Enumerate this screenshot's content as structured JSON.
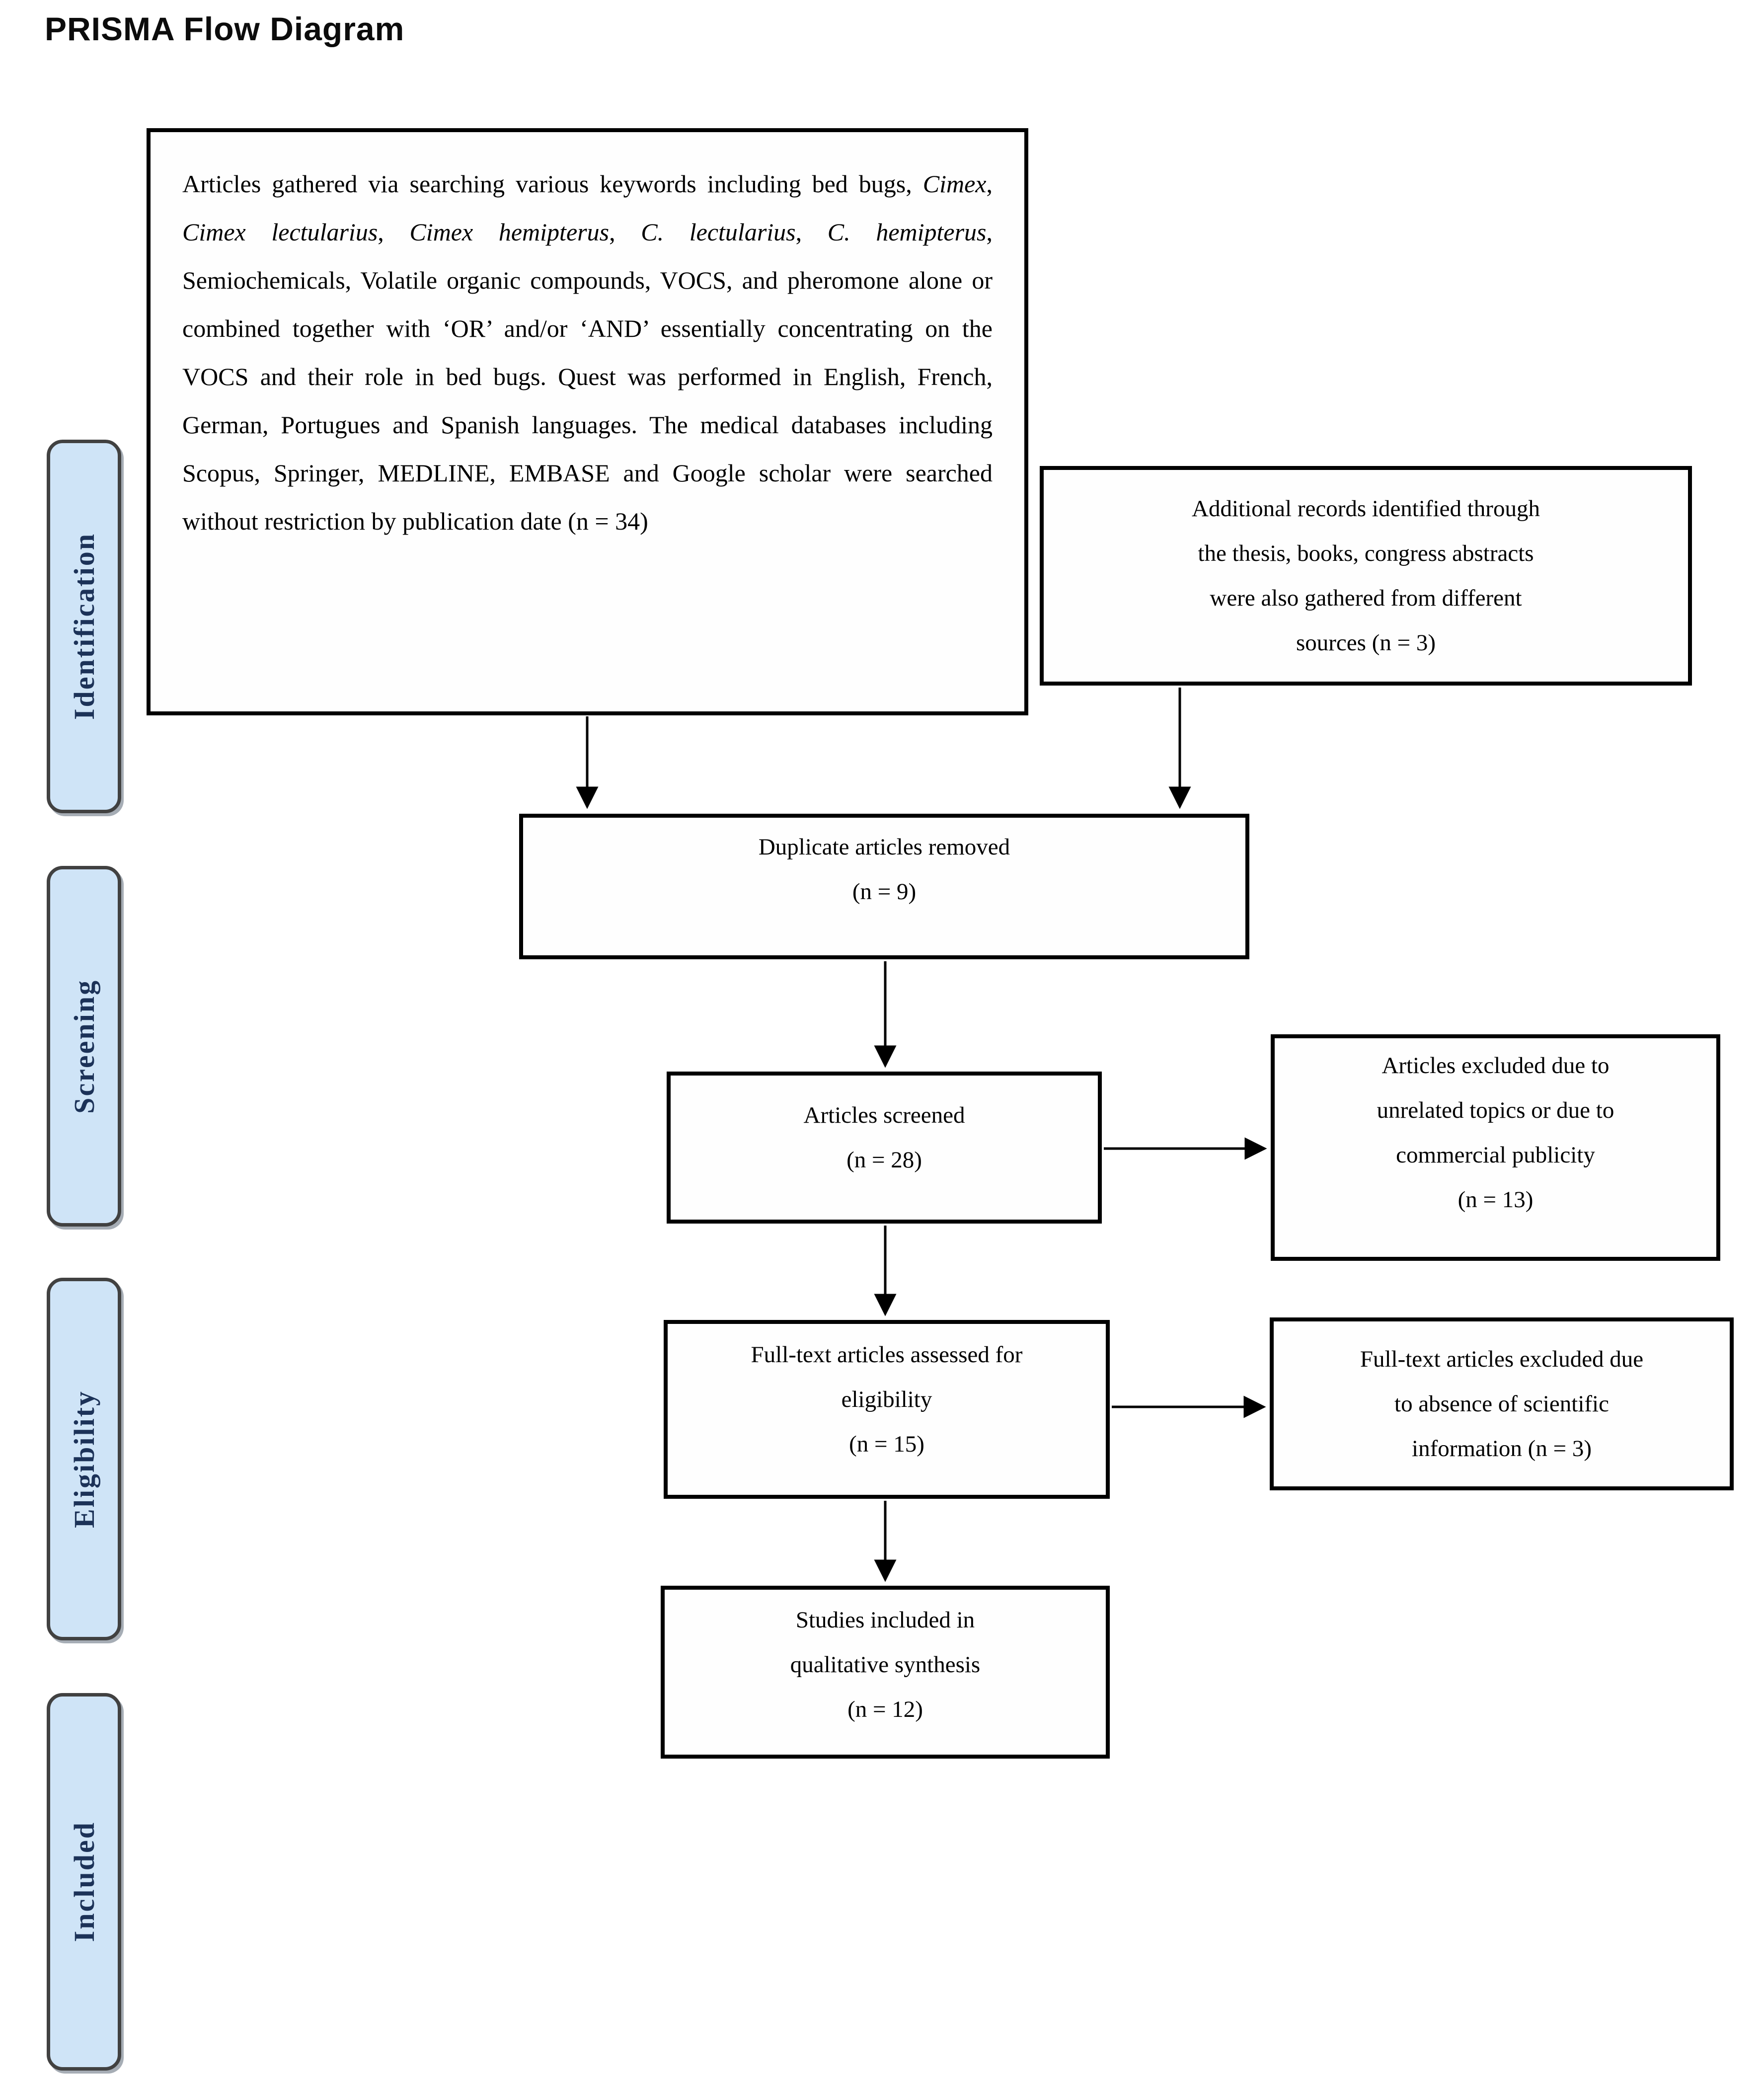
{
  "title": "PRISMA Flow Diagram",
  "colors": {
    "page_bg": "#ffffff",
    "box_border": "#000000",
    "text": "#000000",
    "stage_fill": "#cfe4f7",
    "stage_border": "#414141",
    "stage_text": "#1c3258"
  },
  "stages": [
    {
      "label": "Identification"
    },
    {
      "label": "Screening"
    },
    {
      "label": "Eligibility"
    },
    {
      "label": "Included"
    }
  ],
  "boxes": {
    "records_identified": {
      "count": 34,
      "segments": [
        {
          "text": "Articles gathered via searching various keywords including bed bugs, "
        },
        {
          "text": "Cimex",
          "italic": true
        },
        {
          "text": ", "
        },
        {
          "text": "Cimex lectularius",
          "italic": true
        },
        {
          "text": ", "
        },
        {
          "text": "Cimex hemipterus",
          "italic": true
        },
        {
          "text": ", "
        },
        {
          "text": "C. lectularius",
          "italic": true
        },
        {
          "text": ", "
        },
        {
          "text": "C. hemipterus",
          "italic": true
        },
        {
          "text": ", Semiochemicals, Volatile organic compounds, VOCS, and pheromone alone or combined together with ‘OR’ and/or ‘AND’ essentially concentrating on the VOCS and their role in bed bugs. Quest was performed in English, French, German, Portugues and Spanish languages. The medical databases including Scopus, Springer, MEDLINE, EMBASE and Google scholar were searched without restriction by publication date (n = 34)"
        }
      ]
    },
    "additional_records": {
      "count": 3,
      "text": "Additional records identified through\nthe thesis, books, congress abstracts\nwere also gathered from different\nsources (n = 3)"
    },
    "duplicates_removed": {
      "count": 9,
      "text": "Duplicate articles removed\n(n = 9)"
    },
    "articles_screened": {
      "count": 28,
      "text": "Articles screened\n(n = 28)"
    },
    "articles_excluded": {
      "count": 13,
      "text": "Articles excluded due to\nunrelated topics or due to\ncommercial publicity\n(n = 13)"
    },
    "fulltext_assessed": {
      "count": 15,
      "text": "Full-text articles assessed for\neligibility\n(n = 15)"
    },
    "fulltext_excluded": {
      "count": 3,
      "text": "Full-text articles excluded due\nto absence of scientific\ninformation (n = 3)"
    },
    "studies_included": {
      "count": 12,
      "text": "Studies included in\nqualitative synthesis\n(n = 12)"
    }
  }
}
